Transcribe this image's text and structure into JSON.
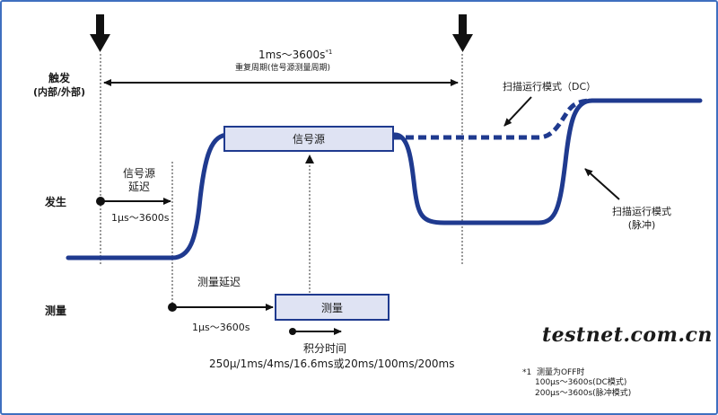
{
  "labels": {
    "trigger": "触发",
    "trigger_sub": "(内部/外部)",
    "source_row": "发生",
    "measure_row": "测量",
    "period_top": "1ms～3600s",
    "period_sup": "*1",
    "period_sub": "重复周期(信号源测量周期)",
    "source_delay_line1": "信号源",
    "source_delay_line2": "延迟",
    "source_delay_range": "1μs～3600s",
    "measure_delay": "测量延迟",
    "measure_delay_range": "1μs～3600s",
    "integ_time": "积分时间",
    "integ_values": "250μ/1ms/4ms/16.6ms或20ms/100ms/200ms",
    "source_box": "信号源",
    "measure_box": "测量",
    "sweep_dc": "扫描运行模式（DC）",
    "sweep_pulse_line1": "扫描运行模式",
    "sweep_pulse_line2": "(脉冲)"
  },
  "note": {
    "marker": "*1",
    "line1": "测量为OFF时",
    "line2": "100μs～3600s(DC模式)",
    "line3": "200μs～3600s(脉冲模式)"
  },
  "watermark": "testnet.com.cn",
  "colors": {
    "waveform": "#1f3a8f",
    "box_fill": "#dfe3f3",
    "box_stroke": "#1f3a8f",
    "arrow": "#111111",
    "border": "#3f6fbf"
  }
}
